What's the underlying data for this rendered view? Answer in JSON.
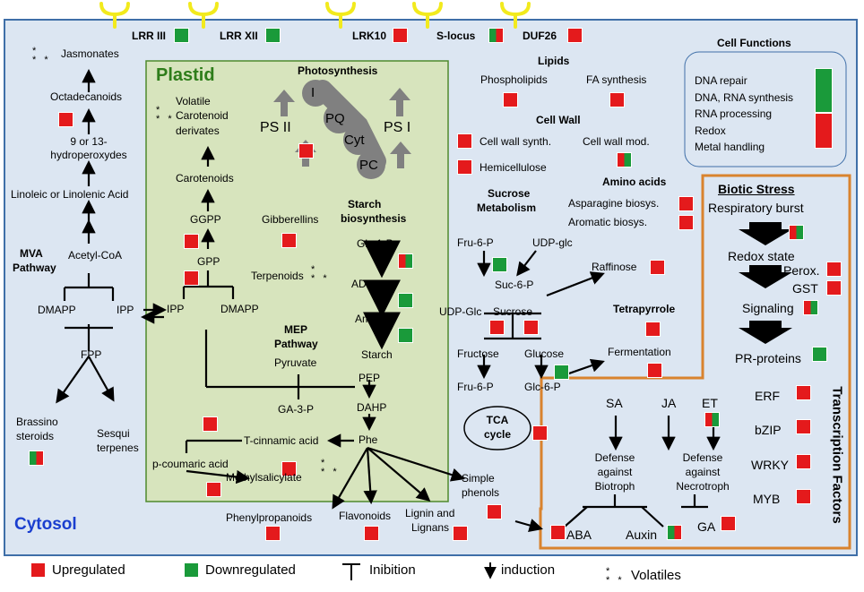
{
  "receptors": [
    "LRR III",
    "LRR XII",
    "LRK10",
    "S-locus",
    "DUF26"
  ],
  "compartments": {
    "cytosol": "Cytosol",
    "plastid": "Plastid"
  },
  "cell_functions": {
    "title": "Cell Functions",
    "items": [
      "DNA repair",
      "DNA, RNA synthesis",
      "RNA processing",
      "Redox",
      "Metal handling"
    ]
  },
  "cytosol_left": {
    "jasmonates": "Jasmonates",
    "octadecanoids": "Octadecanoids",
    "hydroperoxydes_1": "9 or 13-",
    "hydroperoxydes_2": "hydroperoxydes",
    "linoleic": "Linoleic or Linolenic Acid",
    "acetyl_coa": "Acetyl-CoA",
    "mva_1": "MVA",
    "mva_2": "Pathway",
    "dmapp": "DMAPP",
    "ipp": "IPP",
    "fpp": "FPP",
    "brassino_1": "Brassino",
    "brassino_2": "steroids",
    "sesqui_1": "Sesqui",
    "sesqui_2": "terpenes"
  },
  "plastid": {
    "photosynthesis": "Photosynthesis",
    "ps2": "PS II",
    "ps1": "PS I",
    "chain": [
      "I",
      "PQ",
      "Cyt",
      "PC"
    ],
    "volatile": [
      "Volatile",
      "Carotenoid",
      "derivates"
    ],
    "carotenoids": "Carotenoids",
    "ggpp": "GGPP",
    "gibberellins": "Gibberellins",
    "gpp": "GPP",
    "terpenoids": "Terpenoids",
    "ipp": "IPP",
    "dmapp": "DMAPP",
    "mep_1": "MEP",
    "mep_2": "Pathway",
    "pyruvate": "Pyruvate",
    "ga3p": "GA-3-P",
    "starch_1": "Starch",
    "starch_2": "biosynthesis",
    "glc1p": "Glc-1-P",
    "adpglc": "ADP-glc",
    "amylose": "Amylose",
    "starch": "Starch",
    "pep": "PEP",
    "dahp": "DAHP",
    "phe": "Phe",
    "tcinnamic": "T-cinnamic acid",
    "pcoumaric": "p-coumaric acid",
    "methylsal": "Methylsalicylate"
  },
  "cytosol_bottom": {
    "phenylpropanoids": "Phenylpropanoids",
    "flavonoids": "Flavonoids",
    "lignin_1": "Lignin and",
    "lignin_2": "Lignans",
    "simple_1": "Simple",
    "simple_2": "phenols"
  },
  "middle": {
    "lipids": "Lipids",
    "phospholipids": "Phospholipids",
    "fa_synthesis": "FA synthesis",
    "cell_wall": "Cell Wall",
    "cw_synth": "Cell wall synth.",
    "cw_mod": "Cell wall mod.",
    "hemicellulose": "Hemicellulose",
    "amino_acids": "Amino acids",
    "asparagine": "Asparagine biosys.",
    "aromatic": "Aromatic biosys.",
    "sucrose_1": "Sucrose",
    "sucrose_2": "Metabolism",
    "fru6p": "Fru-6-P",
    "udpglc": "UDP-glc",
    "suc6p": "Suc-6-P",
    "raffinose": "Raffinose",
    "udp_glc2": "UDP-Glc",
    "sucrose": "Sucrose",
    "tetrapyrrole": "Tetrapyrrole",
    "fructose": "Fructose",
    "glucose": "Glucose",
    "fermentation": "Fermentation",
    "fru6p_2": "Fru-6-P",
    "glc6p": "Glc-6-P",
    "tca_1": "TCA",
    "tca_2": "cycle"
  },
  "biotic": {
    "title": "Biotic Stress",
    "resp": "Respiratory burst",
    "redox": "Redox state",
    "perox": "Perox.",
    "gst": "GST",
    "signaling": "Signaling",
    "pr": "PR-proteins",
    "tf_title": "Transcription Factors",
    "tfs": [
      "ERF",
      "bZIP",
      "WRKY",
      "MYB"
    ],
    "sa": "SA",
    "ja": "JA",
    "et": "ET",
    "def_bio": [
      "Defense",
      "against",
      "Biotroph"
    ],
    "def_nec": [
      "Defense",
      "against",
      "Necrotroph"
    ],
    "aba": "ABA",
    "auxin": "Auxin",
    "ga": "GA"
  },
  "legend": {
    "up": "Upregulated",
    "down": "Downregulated",
    "inhib": "Inibition",
    "induct": "induction",
    "volatiles": "Volatiles"
  },
  "colors": {
    "cytosol_fill": "#dce6f2",
    "cytosol_border": "#3f6fa8",
    "plastid_fill": "#d7e4bd",
    "plastid_border": "#4f8a2c",
    "biotic_border": "#d9832e",
    "up": "#e41a1c",
    "down": "#1a9a3a",
    "receptor": "#f2ea1d",
    "arrow_gray": "#808080"
  }
}
